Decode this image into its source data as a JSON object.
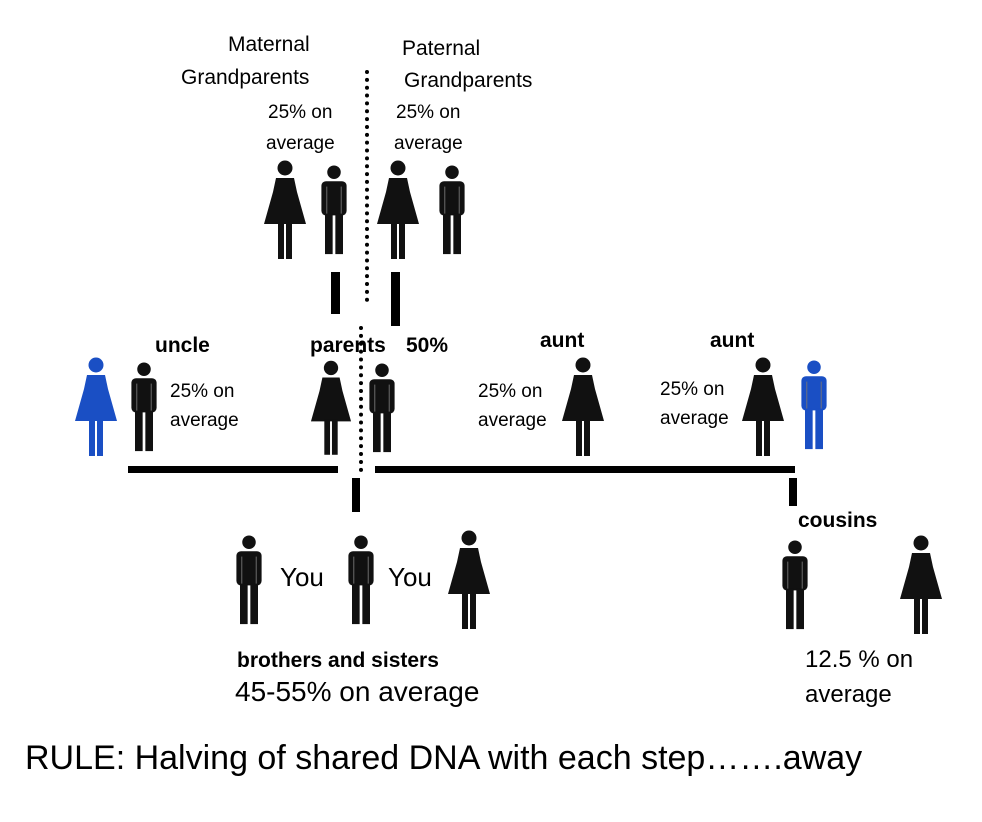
{
  "grandparents": {
    "maternal": {
      "line1": "Maternal",
      "line2": "Grandparents",
      "pct1": "25% on",
      "pct2": "average"
    },
    "paternal": {
      "line1": "Paternal",
      "line2": "Grandparents",
      "pct1": "25% on",
      "pct2": "average"
    }
  },
  "uncle": {
    "label": "uncle",
    "pct1": "25% on",
    "pct2": "average"
  },
  "parents": {
    "label": "parents",
    "pct": "50%"
  },
  "aunt1": {
    "label": "aunt",
    "pct1": "25% on",
    "pct2": "average"
  },
  "aunt2": {
    "label": "aunt",
    "pct1": "25% on",
    "pct2": "average"
  },
  "cousins": {
    "label": "cousins",
    "pct1": "12.5 % on",
    "pct2": "average"
  },
  "siblings": {
    "you1": "You",
    "you2": "You",
    "label": "brothers and sisters",
    "pct": "45-55% on average"
  },
  "rule": "RULE: Halving of shared DNA with each step…….away",
  "colors": {
    "figure": "#111111",
    "spouse": "#1a4fc4"
  }
}
